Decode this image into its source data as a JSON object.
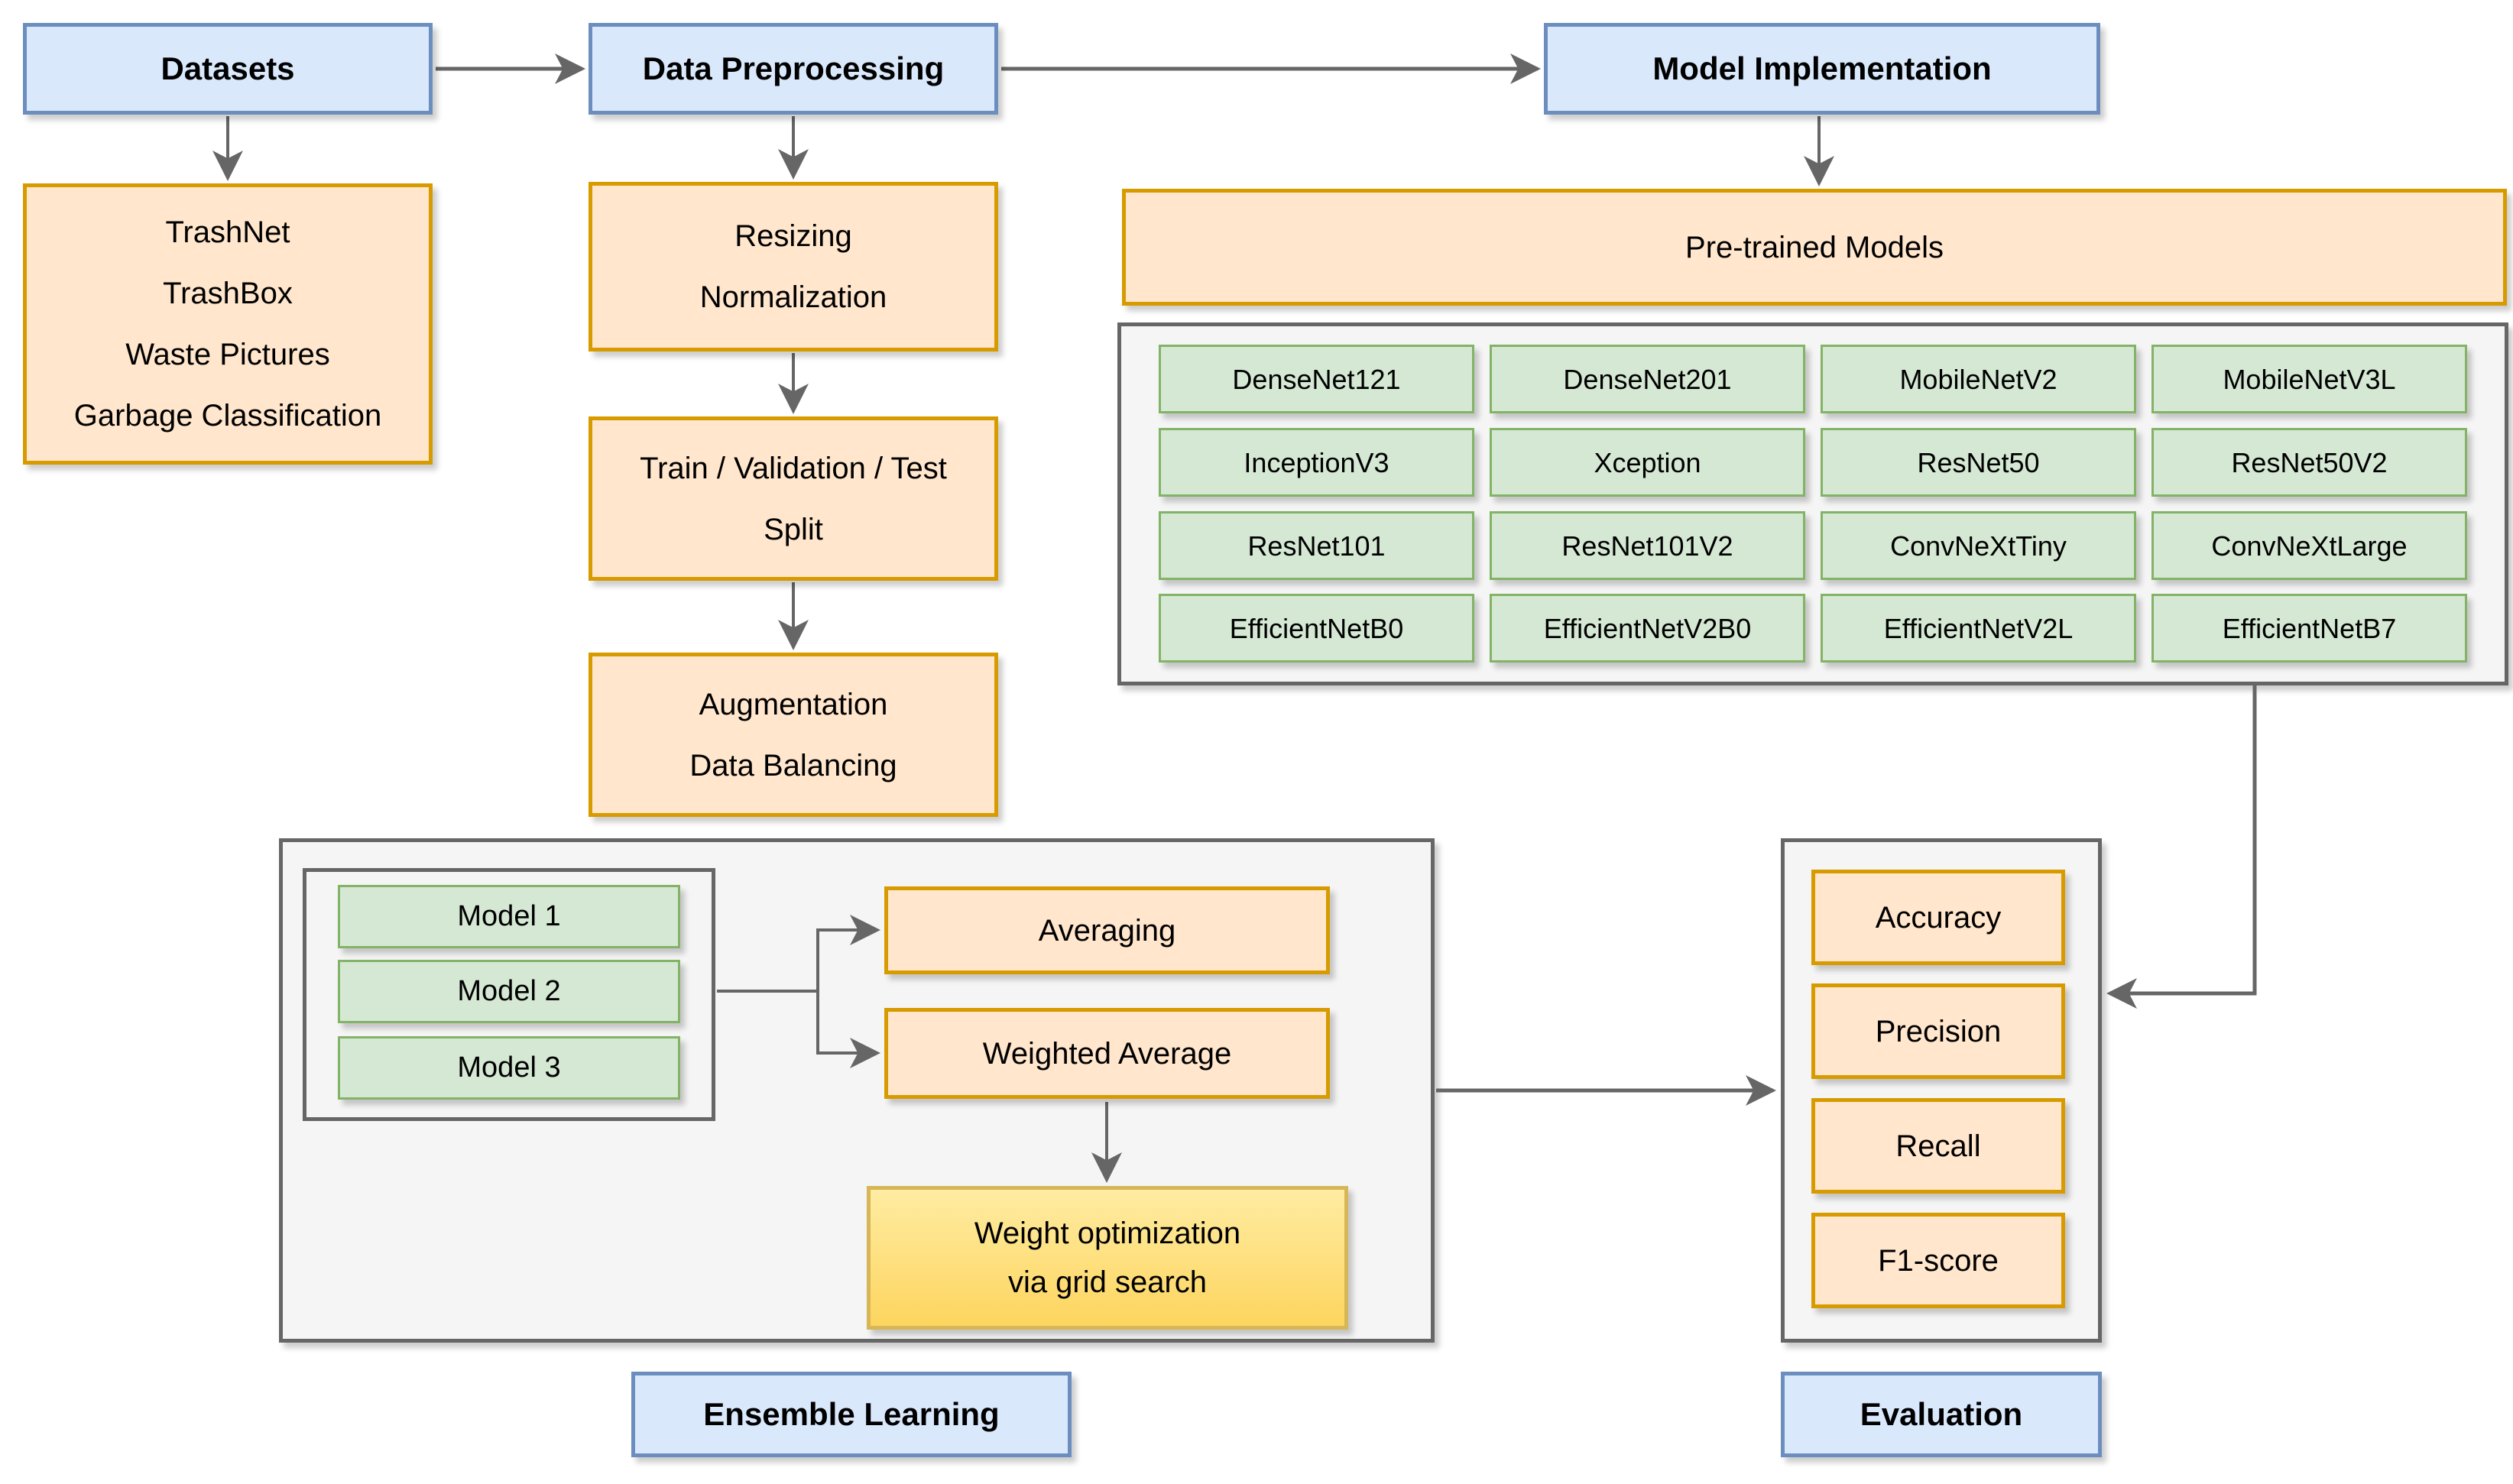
{
  "diagram": {
    "headers": {
      "datasets": "Datasets",
      "preprocessing": "Data Preprocessing",
      "model_implementation": "Model Implementation"
    },
    "datasets": [
      "TrashNet",
      "TrashBox",
      "Waste Pictures",
      "Garbage Classification"
    ],
    "preprocessing_steps": {
      "resize": [
        "Resizing",
        "Normalization"
      ],
      "split": [
        "Train / Validation / Test",
        "Split"
      ],
      "augment": [
        "Augmentation",
        "Data Balancing"
      ]
    },
    "pretrained_title": "Pre-trained Models",
    "models_grid": [
      [
        "DenseNet121",
        "DenseNet201",
        "MobileNetV2",
        "MobileNetV3L"
      ],
      [
        "InceptionV3",
        "Xception",
        "ResNet50",
        "ResNet50V2"
      ],
      [
        "ResNet101",
        "ResNet101V2",
        "ConvNeXtTiny",
        "ConvNeXtLarge"
      ],
      [
        "EfficientNetB0",
        "EfficientNetV2B0",
        "EfficientNetV2L",
        "EfficientNetB7"
      ]
    ],
    "ensemble": {
      "label": "Ensemble Learning",
      "models": [
        "Model 1",
        "Model 2",
        "Model 3"
      ],
      "methods": [
        "Averaging",
        "Weighted Average"
      ],
      "weight_optimization": [
        "Weight optimization",
        "via grid search"
      ]
    },
    "evaluation": {
      "label": "Evaluation",
      "metrics": [
        "Accuracy",
        "Precision",
        "Recall",
        "F1-score"
      ]
    },
    "colors": {
      "blue_fill": "#dae8fc",
      "blue_border": "#6c8ebf",
      "orange_fill": "#ffe6cc",
      "orange_border": "#d79b00",
      "green_fill": "#d5e8d4",
      "green_border": "#82b366",
      "yellow_top": "#ffeca2",
      "yellow_bottom": "#fdd55f",
      "yellow_border": "#d6b656",
      "container_fill": "#f5f5f5",
      "container_border": "#666666",
      "arrow": "#666666"
    }
  }
}
